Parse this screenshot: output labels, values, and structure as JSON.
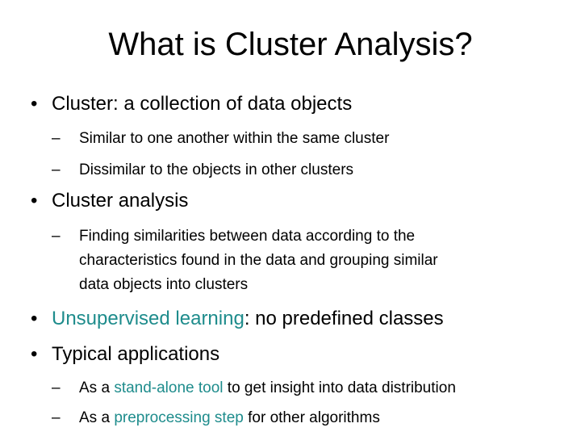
{
  "slide": {
    "title": "What is Cluster Analysis?",
    "bullet_glyph": "•",
    "dash_glyph": "–",
    "accent_color": "#1e8c8c",
    "items": [
      {
        "text": "Cluster: a collection of data objects",
        "sub": [
          "Similar to one another within the same cluster",
          "Dissimilar to the objects in other clusters"
        ]
      },
      {
        "text": "Cluster analysis",
        "sub": [
          "Finding similarities between data according to the",
          "characteristics found in the data and grouping similar",
          "data objects into clusters"
        ]
      },
      {
        "text_hl": "Unsupervised learning",
        "text_rest": ": no predefined classes"
      },
      {
        "text": "Typical applications",
        "sub": [
          {
            "pre": "As a ",
            "hl": "stand-alone tool",
            "post": " to get insight into data distribution"
          },
          {
            "pre": "As a ",
            "hl": "preprocessing step",
            "post": " for other algorithms"
          }
        ]
      }
    ]
  }
}
